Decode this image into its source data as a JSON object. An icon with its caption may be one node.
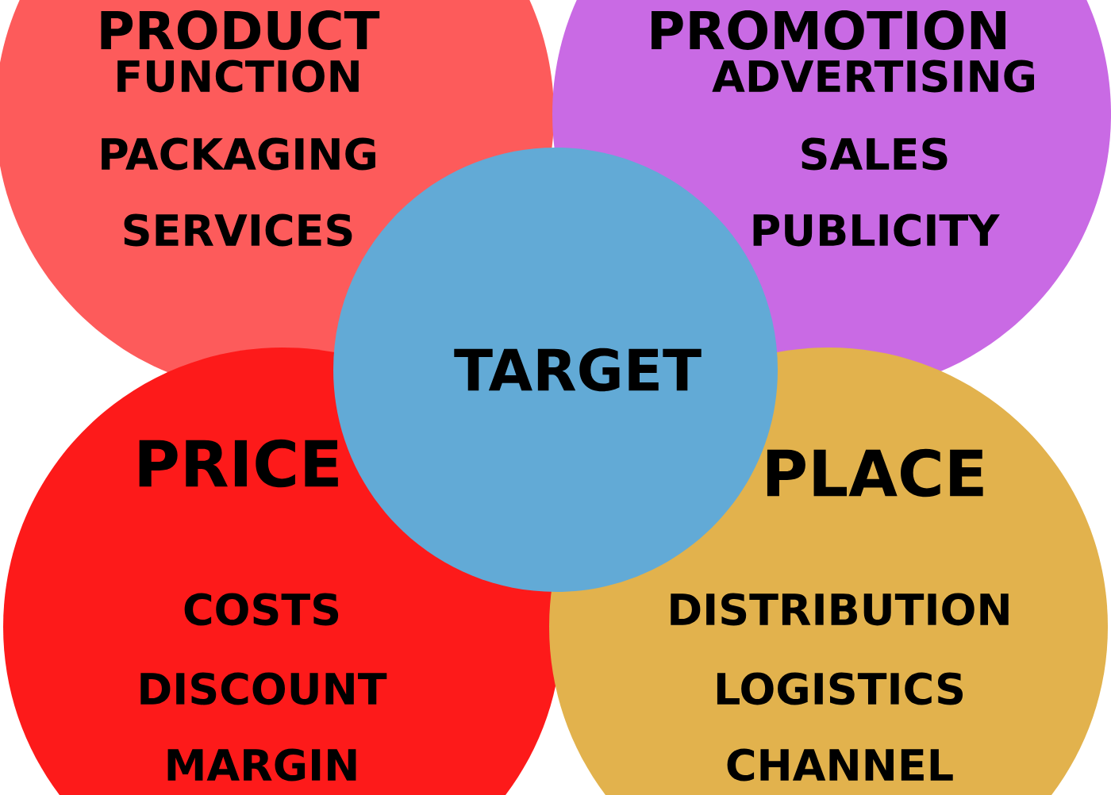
{
  "diagram": {
    "nodes": [
      {
        "text": [
          "PRODUCT",
          "FUNCTION",
          "PACKAGING",
          "SERVICES"
        ]
      },
      {
        "text": [
          "PROMOTION",
          "ADVERTISING",
          "SALES",
          "PUBLICITY"
        ]
      },
      {
        "text": [
          "PRICE",
          "COSTS",
          "DISCOUNT",
          "MARGIN"
        ]
      },
      {
        "text": [
          "PLACE",
          "DISTRIBUTION",
          "LOGISTICS",
          "CHANNEL"
        ]
      },
      {
        "text": [
          "TARGET"
        ]
      }
    ]
  }
}
